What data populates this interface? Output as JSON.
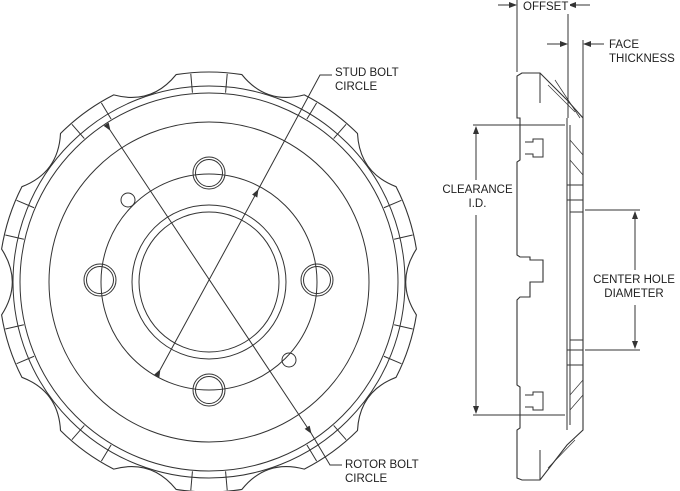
{
  "front_view": {
    "stud_bolt_label": [
      "STUD BOLT",
      "CIRCLE"
    ],
    "rotor_bolt_label": [
      "ROTOR BOLT",
      "CIRCLE"
    ]
  },
  "side_view": {
    "offset_label": "OFFSET",
    "face_thickness_label": [
      "FACE",
      "THICKNESS"
    ],
    "clearance_label": [
      "CLEARANCE",
      "I.D."
    ],
    "center_hole_label": [
      "CENTER HOLE",
      "DIAMETER"
    ]
  },
  "colors": {
    "line": "#333333",
    "background": "#ffffff"
  }
}
